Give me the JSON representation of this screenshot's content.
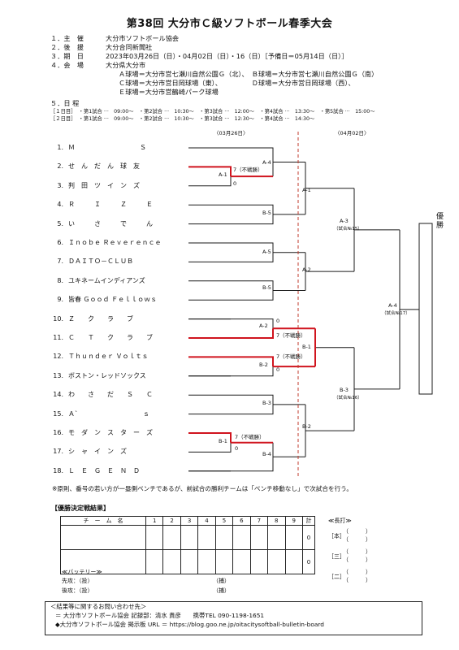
{
  "title": "第38回 大分市Ｃ級ソフトボール春季大会",
  "info": [
    {
      "no": "１．主　催",
      "val": "大分市ソフトボール協会"
    },
    {
      "no": "２．後　援",
      "val": "大分合同新聞社"
    },
    {
      "no": "３．期　日",
      "val": "2023年03月26日（日）・04月02日（日）・16（日）［予備日＝05月14日（日）］"
    },
    {
      "no": "４．会　場",
      "val": "大分県大分市"
    }
  ],
  "venues": [
    "Ａ球場＝大分市営七瀬川自然公園Ｇ（北）、　Ｂ球場＝大分市営七瀬川自然公園Ｇ（南）",
    "Ｃ球場＝大分市営日岡球場（東）、　　　　　Ｄ球場＝大分市営日岡球場（西）、",
    "Ｅ球場＝大分市営鶴崎パーク球場"
  ],
  "schedule_head": "５．日 程",
  "schedule": [
    "［１日目］　・第1試合 ···　09:00～　・第2試合 ···　10:30～　・第3試合 ···　12:00～　・第4試合 ···　13:30～　・第5試合 ···　15:00～",
    "［２日目］　・第1試合 ···　09:00～　・第2試合 ···　10:30～　・第3試合 ···　12:30～　・第4試合 ···　14:30～"
  ],
  "dates": {
    "d1": "〈03月26日〉",
    "d2": "〈04月02日〉"
  },
  "teams": [
    {
      "num": "1.",
      "name": "Ｍ　　　　　　　　　　Ｓ"
    },
    {
      "num": "2.",
      "name": "せ　ん　だ　ん　球　友"
    },
    {
      "num": "3.",
      "name": "判　田　ツ　イ　ン　ズ"
    },
    {
      "num": "4.",
      "name": "Ｒ　　　Ｉ　　　Ｚ　　　Ｅ"
    },
    {
      "num": "5.",
      "name": "い　　　さ　　　で　　　ん"
    },
    {
      "num": "6.",
      "name": "Ｉｎｏｂｅ Ｒｅｖｅｒｅｎｃｅ"
    },
    {
      "num": "7.",
      "name": "ＤＡＩＴＯ－ＣＬＵＢ"
    },
    {
      "num": "8.",
      "name": "ユキネームインディアンズ"
    },
    {
      "num": "9.",
      "name": "皆春 Ｇｏｏｄ Ｆｅｌｌｏｗｓ"
    },
    {
      "num": "10.",
      "name": "Ｚ　　ク　　ラ　　ブ"
    },
    {
      "num": "11.",
      "name": "Ｃ　　Ｔ　　ク　　ラ　　ブ"
    },
    {
      "num": "12.",
      "name": "Ｔｈｕｎｄｅｒ Ｖｏｌｔｓ"
    },
    {
      "num": "13.",
      "name": "ボストン・レッドソックス"
    },
    {
      "num": "14.",
      "name": "わ　　さ　　だ　　Ｓ　　Ｃ"
    },
    {
      "num": "15.",
      "name": "Ａ`　　　　　　　　　　ｓ"
    },
    {
      "num": "16.",
      "name": "モ　ダ　ン　ス　タ　ー　ズ"
    },
    {
      "num": "17.",
      "name": "シ　ャ　イ　ン　ズ"
    },
    {
      "num": "18.",
      "name": "Ｌ　Ｅ　Ｇ　Ｅ　Ｎ　Ｄ"
    }
  ],
  "games": {
    "A1": "A-1",
    "A2": "A-2",
    "A3": "A-3",
    "A4": "A-4",
    "A5": "A-5",
    "B1": "B-1",
    "B2": "B-2",
    "B3": "B-3",
    "B4": "B-4",
    "B5": "B-5",
    "rA1": "A-1",
    "rA2": "A-2",
    "rA3": "A-3",
    "rA4": "A-4",
    "rB1": "B-1",
    "rB2": "B-2",
    "rB3": "B-3"
  },
  "game_notes": {
    "A3": "（試合№15）",
    "B3": "（試合№16）",
    "A4": "（試合№17）"
  },
  "scores": {
    "walkover": "7（不戦勝）",
    "zero": "0"
  },
  "champion": "優勝",
  "note": "※原則、番号の若い方が一塁側ベンチであるが、前試合の勝利チームは「ベンチ移動なし」で次試合を行う。",
  "final": {
    "heading": "【優勝決定戦結果】",
    "team_header": "チ　ー　ム　名",
    "innings": [
      "1",
      "2",
      "3",
      "4",
      "5",
      "6",
      "7",
      "8",
      "9"
    ],
    "total_header": "計",
    "totals": [
      "0",
      "0"
    ],
    "battery_head": "≪バッテリー≫",
    "battery": [
      {
        "side": "先攻：（投）",
        "c": "（捕）"
      },
      {
        "side": "後攻：（投）",
        "c": "（捕）"
      }
    ],
    "hr_head": "≪長打≫",
    "hr": [
      "［本］",
      "［三］",
      "［二］"
    ],
    "paren": "（　　　）"
  },
  "contact": {
    "head": "＜結果等に関するお問い合わせ先＞",
    "line1": "＝ 大分市ソフトボール協会 記録部：清水 貴彦　　携帯TEL 090-1198-1651",
    "line2": "◆大分市ソフトボール協会 掲示板 URL ＝ https://blog.goo.ne.jp/oitacitysoftball-bulletin-board"
  },
  "colors": {
    "win": "#d0141e",
    "line": "#1a1a1a",
    "divider": "#c0392b"
  }
}
